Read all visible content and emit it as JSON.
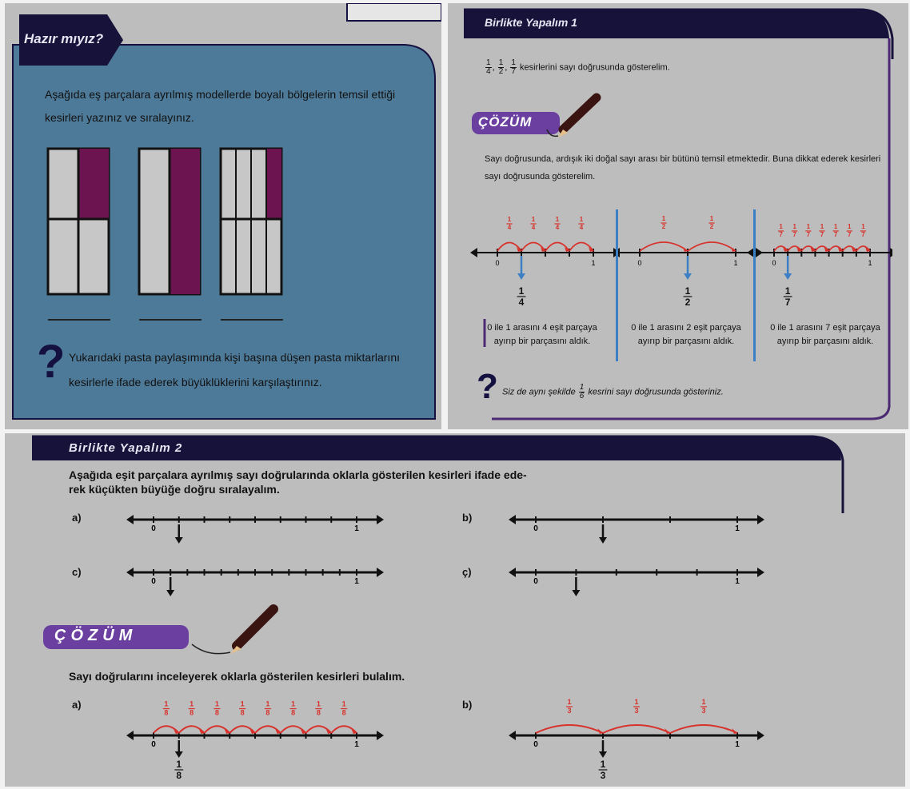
{
  "panel1": {
    "banner": "Hazır mıyız?",
    "instruction": "Aşağıda eş parçalara ayrılmış modellerde boyalı bölgelerin temsil ettiği kesirleri yazınız ve sıralayınız.",
    "question": "Yukarıdaki pasta paylaşımında kişi başına düşen pasta miktarlarını kesirlerle ifade ederek büyüklüklerini karşılaştırınız.",
    "question_icon": "question-mark-icon"
  },
  "panel2": {
    "banner": "Birlikte Yapalım 1",
    "fracs": [
      "1",
      "4",
      "1",
      "2",
      "1",
      "7"
    ],
    "intro_tail": "kesirlerini sayı doğrusunda gösterelim.",
    "cozum": "ÇÖZÜM",
    "explanation": "Sayı doğrusunda, ardışık iki doğal sayı arası bir bütünü temsil etmektedir. Buna dikkat ederek kesirleri sayı doğrusunda gösterelim.",
    "lines": [
      {
        "den": "4",
        "zero": "0",
        "one": "1",
        "caption": [
          "0 ile 1 arasını 4 eşit parçaya",
          "ayırıp bir parçasını aldık."
        ]
      },
      {
        "den": "2",
        "zero": "0",
        "one": "1",
        "caption": [
          "0 ile 1 arasını 2 eşit parçaya",
          "ayırıp bir parçasını aldık."
        ]
      },
      {
        "den": "7",
        "zero": "0",
        "one": "1",
        "caption": [
          "0 ile 1 arasını 7 eşit parçaya",
          "ayırıp bir parçasını aldık."
        ]
      }
    ],
    "bottom_pre": "Siz de aynı şekilde",
    "bottom_frac": [
      "1",
      "6"
    ],
    "bottom_post": "kesrini sayı doğrusunda gösteriniz."
  },
  "panel3": {
    "banner": "Birlikte Yapalım 2",
    "instruction_1": "Aşağıda eşit parçalara ayrılmış sayı doğrularında oklarla gösterilen kesirleri ifade ede-",
    "instruction_2": "rek küçükten büyüğe doğru sıralayalım.",
    "lines": [
      {
        "label": "a)",
        "zero": "0",
        "one": "1",
        "divisions": 8,
        "arrow_index": 1
      },
      {
        "label": "b)",
        "zero": "0",
        "one": "1",
        "divisions": 3,
        "arrow_index": 1
      },
      {
        "label": "c)",
        "zero": "0",
        "one": "1",
        "divisions": 12,
        "arrow_index": 1
      },
      {
        "label": "ç)",
        "zero": "0",
        "one": "1",
        "divisions": 5,
        "arrow_index": 1
      }
    ],
    "cozum": "ÇÖZÜM",
    "solution_text": "Sayı doğrularını inceleyerek oklarla gösterilen kesirleri bulalım.",
    "solutions": [
      {
        "label": "a)",
        "zero": "0",
        "one": "1",
        "n": "1",
        "d": "8",
        "arc_n": "1",
        "arc_d": "8"
      },
      {
        "label": "b)",
        "zero": "0",
        "one": "1",
        "n": "1",
        "d": "3",
        "arc_n": "1",
        "arc_d": "3"
      }
    ]
  },
  "colors": {
    "purple": "#6b1450",
    "navy": "#17123a",
    "blue_panel": "#4e7a99",
    "red": "#d8322c",
    "arrow_blue": "#3d7fc4"
  }
}
